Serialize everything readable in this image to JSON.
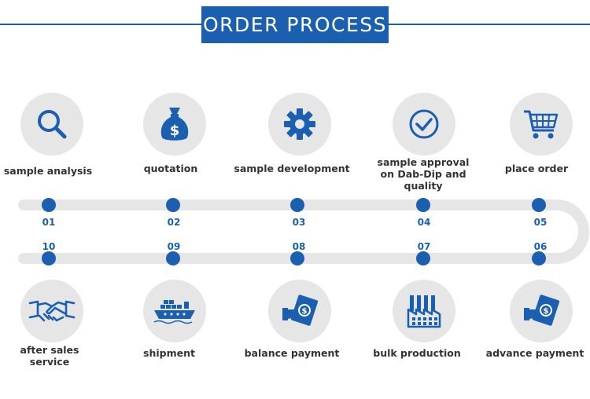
{
  "header": {
    "title": "ORDER PROCESS",
    "line_color": "#1b5fb0",
    "box_color": "#1b5fb0"
  },
  "colors": {
    "accent": "#1b5fb0",
    "track": "#e6e6e6",
    "circle": "#e6e6e6",
    "text": "#333333"
  },
  "steps": [
    {
      "number": "01",
      "label": "sample analysis",
      "icon": "magnifier-icon"
    },
    {
      "number": "02",
      "label": "quotation",
      "icon": "money-bag-icon"
    },
    {
      "number": "03",
      "label": "sample development",
      "icon": "gear-icon"
    },
    {
      "number": "04",
      "label": "sample approval\non Dab-Dip and\nquality",
      "icon": "checkmark-circle-icon"
    },
    {
      "number": "05",
      "label": "place order",
      "icon": "shopping-cart-icon"
    },
    {
      "number": "06",
      "label": "advance payment",
      "icon": "payment-card-icon"
    },
    {
      "number": "07",
      "label": "bulk production",
      "icon": "factory-icon"
    },
    {
      "number": "08",
      "label": "balance payment",
      "icon": "payment-card-icon"
    },
    {
      "number": "09",
      "label": "shipment",
      "icon": "cargo-ship-icon"
    },
    {
      "number": "10",
      "label": "after sales\nservice",
      "icon": "handshake-icon"
    }
  ]
}
